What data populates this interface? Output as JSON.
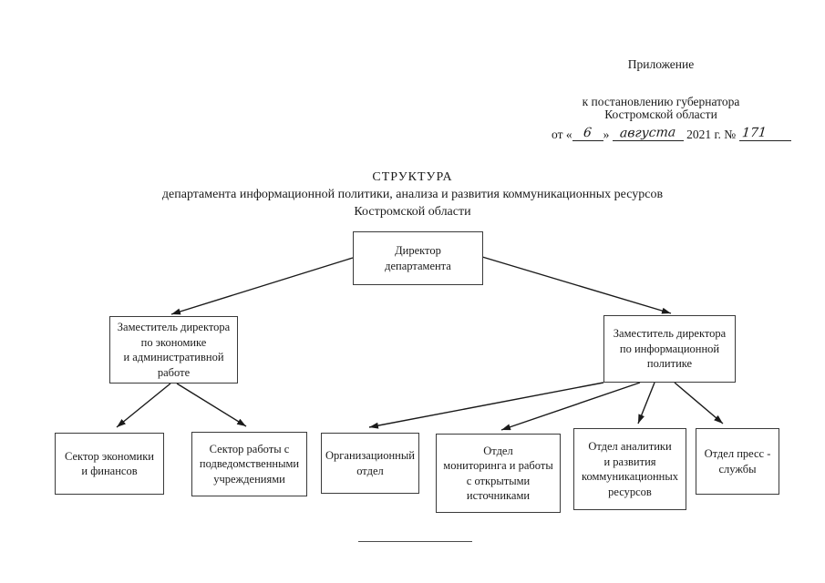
{
  "header": {
    "appendix": "Приложение",
    "decree_line1": "к постановлению губернатора",
    "decree_line2": "Костромской области",
    "date": {
      "prefix": "от «",
      "day": "6",
      "close_quote": "»",
      "month": "августа",
      "year_part": "2021 г. №",
      "number": "171"
    }
  },
  "title": {
    "line1": "СТРУКТУРА",
    "line2": "департамента информационной политики, анализа и развития коммуникационных ресурсов",
    "line3": "Костромской области"
  },
  "org_chart": {
    "nodes": {
      "director": {
        "label": "Директор\nдепартамента"
      },
      "deputy_econ": {
        "label": "Заместитель директора\nпо экономике\nи административной\nработе"
      },
      "deputy_info": {
        "label": "Заместитель директора\nпо информационной\nполитике"
      },
      "sector_econ": {
        "label": "Сектор экономики\nи финансов"
      },
      "sector_inst": {
        "label": "Сектор работы с\nподведомственными\nучреждениями"
      },
      "dept_org": {
        "label": "Организационный\nотдел"
      },
      "dept_monitoring": {
        "label": "Отдел\nмониторинга и работы\nс открытыми\nисточниками"
      },
      "dept_analytics": {
        "label": "Отдел аналитики\nи развития\nкоммуникационных\nресурсов"
      },
      "dept_press": {
        "label": "Отдел пресс -\nслужбы"
      }
    },
    "edges": [
      {
        "from": "director",
        "to": "deputy_econ"
      },
      {
        "from": "director",
        "to": "deputy_info"
      },
      {
        "from": "deputy_econ",
        "to": "sector_econ"
      },
      {
        "from": "deputy_econ",
        "to": "sector_inst"
      },
      {
        "from": "deputy_info",
        "to": "dept_org"
      },
      {
        "from": "deputy_info",
        "to": "dept_monitoring"
      },
      {
        "from": "deputy_info",
        "to": "dept_analytics"
      },
      {
        "from": "deputy_info",
        "to": "dept_press"
      }
    ]
  },
  "colors": {
    "ink": "#1a1a1a",
    "box_border": "#3a3a3a",
    "background": "#ffffff"
  }
}
